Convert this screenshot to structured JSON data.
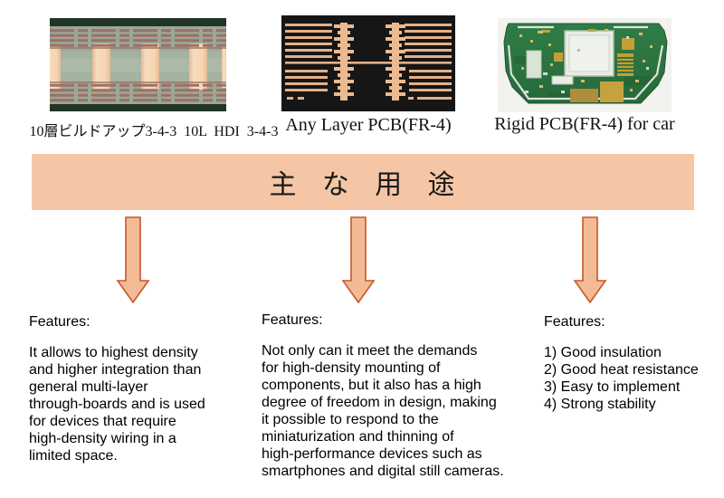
{
  "banner": {
    "label": "主 な 用 途",
    "fill": "#F5C6A5",
    "text_color": "#1A1A1A"
  },
  "arrow": {
    "fill": "#F2BB95",
    "stroke": "#C8572A",
    "direction": "down",
    "count": 3
  },
  "columns": [
    {
      "caption": "10層ビルドアップ3-4-3  10L  HDI  3-4-3",
      "features_heading": "Features:",
      "features_text": "It allows to highest density\nand higher integration than\ngeneral multi-layer\nthrough-boards and is used\nfor devices that require\nhigh-density wiring in a\nlimited space."
    },
    {
      "caption": "Any Layer PCB(FR-4)",
      "features_heading": "Features:",
      "features_text": "Not only can it meet the demands\nfor high-density mounting of\ncomponents, but it also has a high\ndegree of freedom in design, making\nit possible to respond to the\nminiaturization and thinning of\nhigh-performance devices such as\nsmartphones and digital still cameras."
    },
    {
      "caption": "Rigid PCB(FR-4) for car",
      "features_heading": "Features:",
      "features_text": "1) Good insulation\n2) Good heat resistance\n3) Easy to implement\n4) Strong stability"
    }
  ],
  "colors": {
    "background": "#FFFFFF",
    "text": "#000000",
    "pcb_green": "#2F7D46",
    "copper": "#9D7065",
    "via_bar": "#F6D5B2",
    "cross_section_black": "#161616",
    "trace_copper": "#E4B088"
  }
}
